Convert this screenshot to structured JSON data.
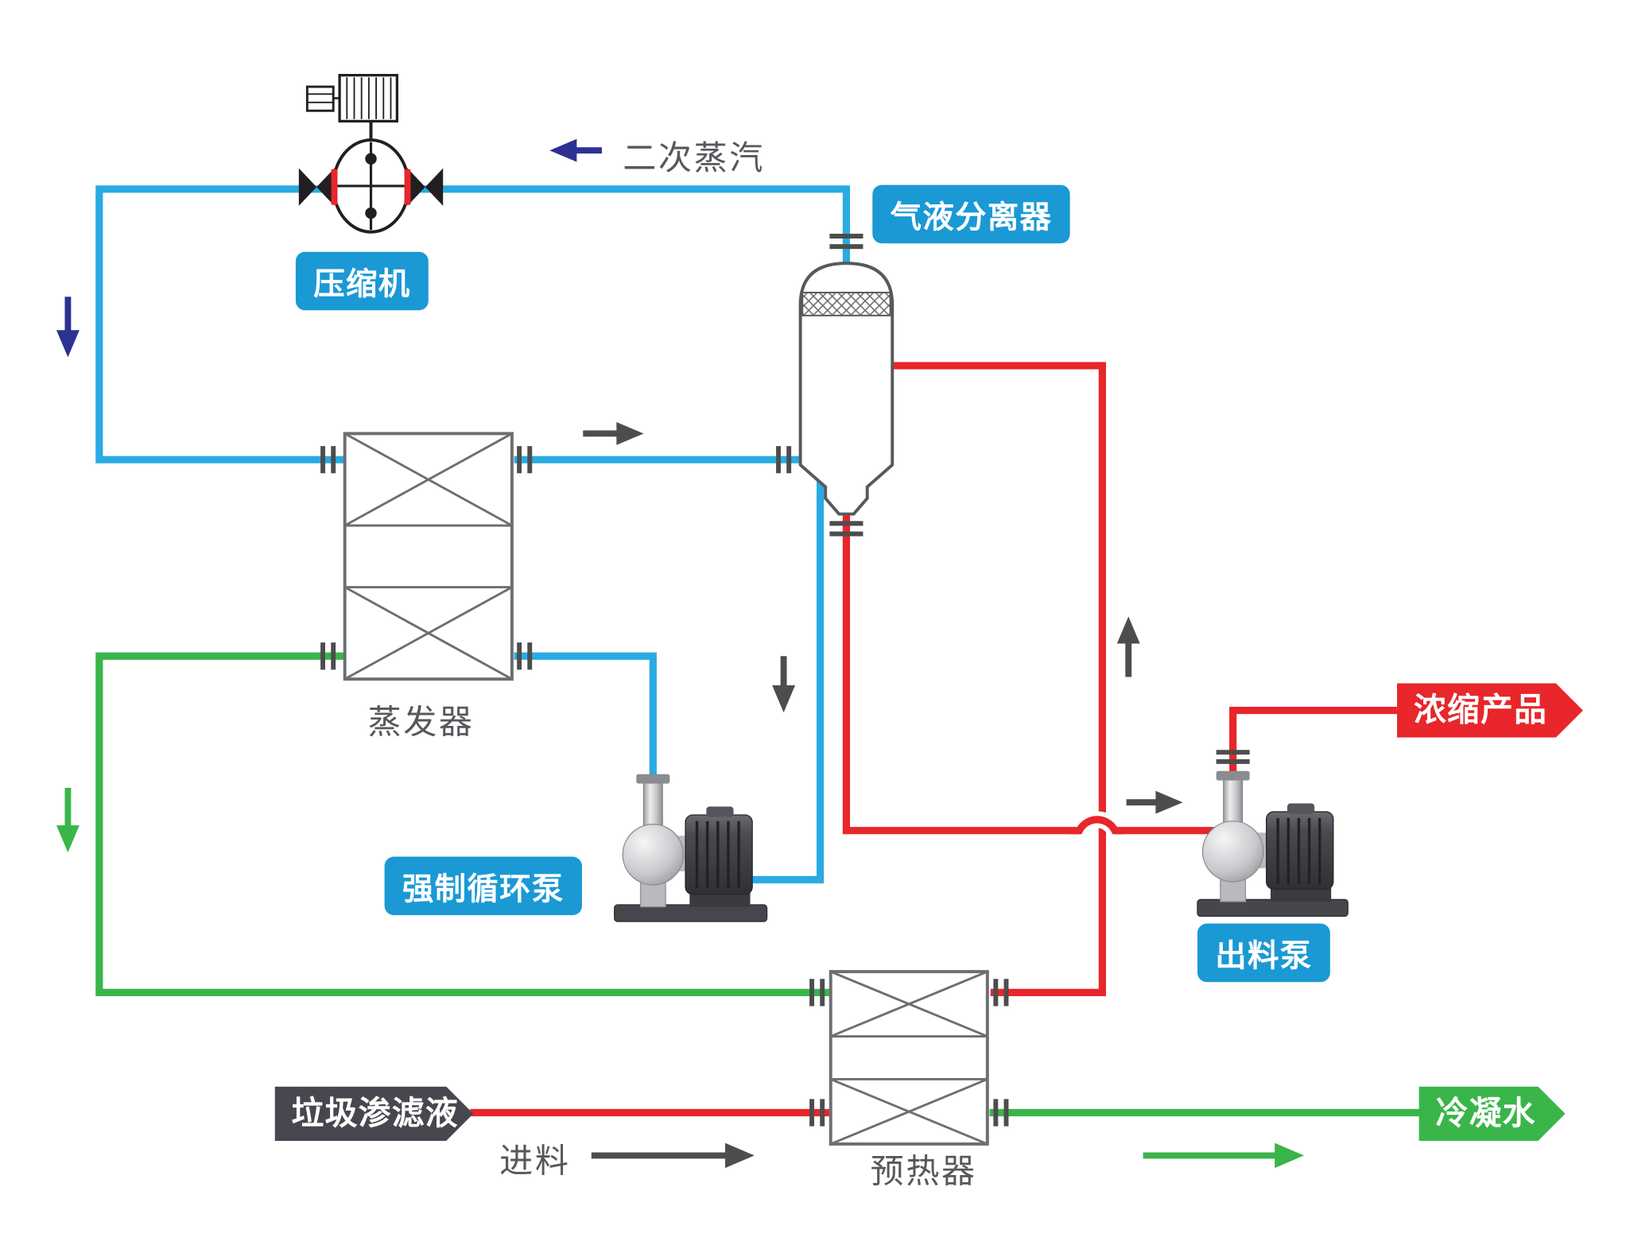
{
  "labels": {
    "compressor": "压缩机",
    "secondary_steam": "二次蒸汽",
    "separator": "气液分离器",
    "evaporator": "蒸发器",
    "circulation_pump": "强制循环泵",
    "discharge_pump": "出料泵",
    "preheater": "预热器",
    "feed": "进料",
    "leachate": "垃圾渗滤液",
    "concentrate": "浓缩产品",
    "condensate": "冷凝水"
  },
  "colors": {
    "vapor_pipe": "#29abe2",
    "concentrate_pipe": "#e8262b",
    "condensate_pipe": "#3ab54a",
    "label_pill_bg": "#1a99d5",
    "leachate_banner_bg": "#47474f",
    "concentrate_banner_bg": "#e8262b",
    "condensate_banner_bg": "#3ab54a",
    "flow_arrow_dark": "#4d4d4d",
    "flow_arrow_blue": "#2e3192"
  }
}
